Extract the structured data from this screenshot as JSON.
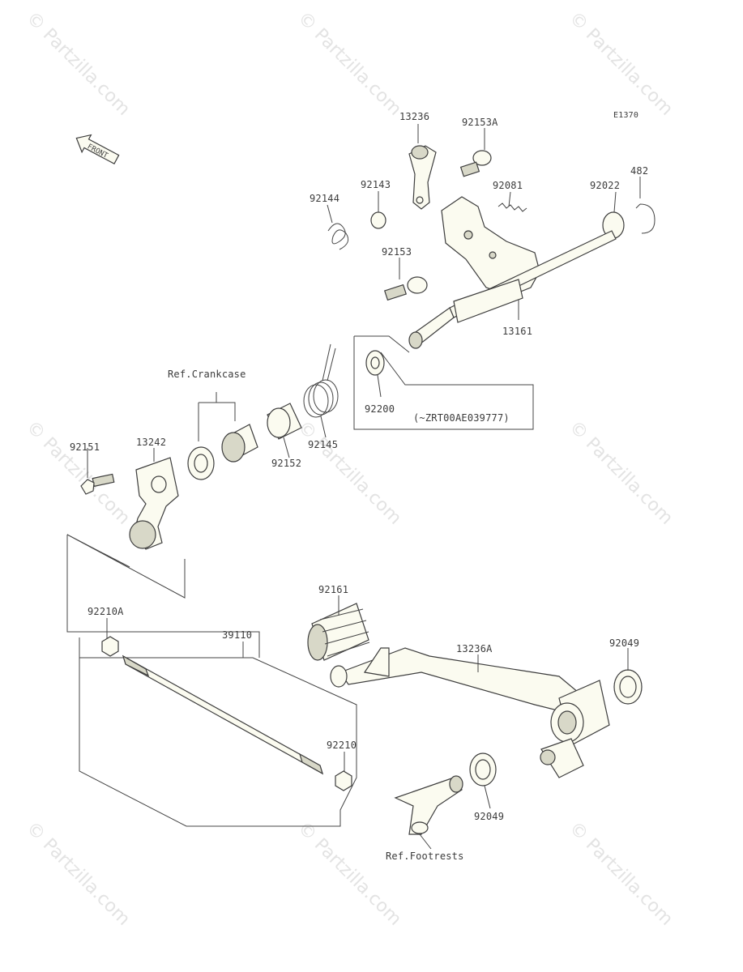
{
  "watermark": "© Partzilla.com",
  "diagram_code": "E1370",
  "front_label": "FRONT",
  "labels": {
    "p13236": "13236",
    "p92153A": "92153A",
    "p92143": "92143",
    "p92144": "92144",
    "p92081": "92081",
    "p92022": "92022",
    "p482": "482",
    "p92153": "92153",
    "p13161": "13161",
    "ref_crankcase": "Ref.Crankcase",
    "p92200": "92200",
    "serial_note": "(~ZRT00AE039777)",
    "p92145": "92145",
    "p92152": "92152",
    "p92151": "92151",
    "p13242": "13242",
    "p92161": "92161",
    "p92210A": "92210A",
    "p39110": "39110",
    "p13236A": "13236A",
    "p92049a": "92049",
    "p92210": "92210",
    "p92049b": "92049",
    "ref_footrests": "Ref.Footrests"
  }
}
